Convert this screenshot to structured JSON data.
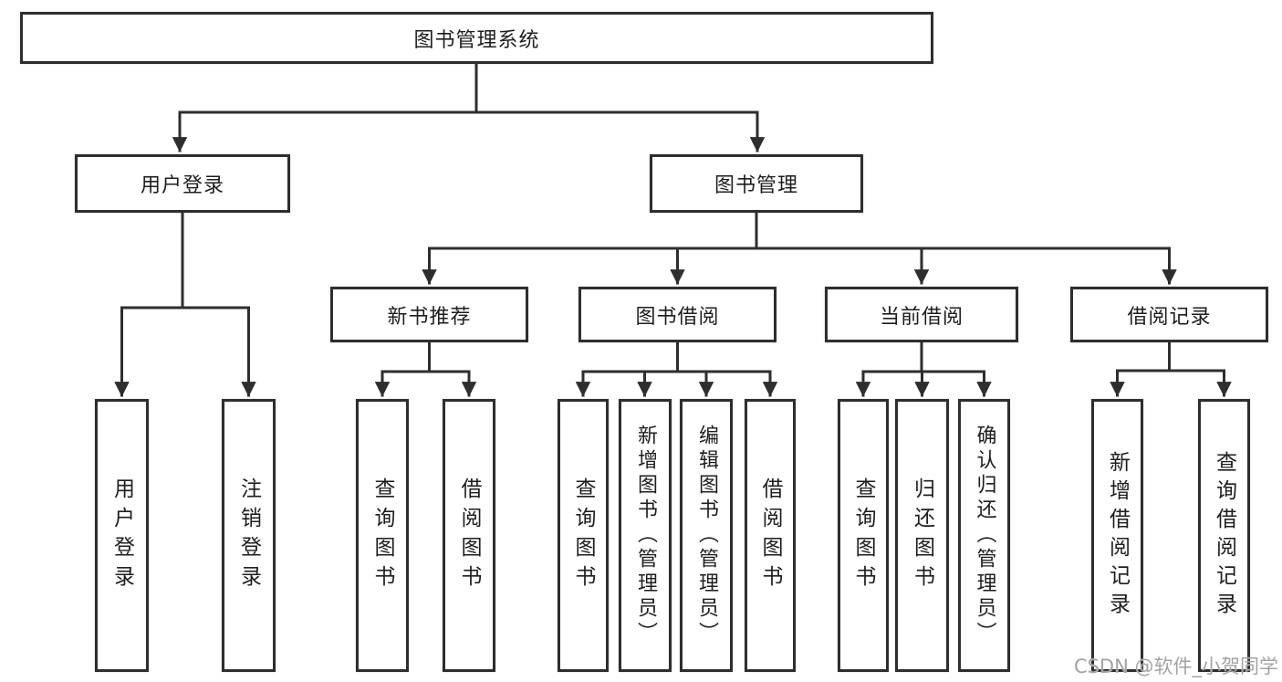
{
  "title": "图书管理系统",
  "tree": {
    "root": {
      "label": "图书管理系统"
    },
    "branches": [
      {
        "label": "用户登录",
        "leaves": [
          {
            "label": "用户登录"
          },
          {
            "label": "注销登录"
          }
        ]
      },
      {
        "label": "图书管理",
        "children": [
          {
            "label": "新书推荐",
            "leaves": [
              {
                "label": "查询图书"
              },
              {
                "label": "借阅图书"
              }
            ]
          },
          {
            "label": "图书借阅",
            "leaves": [
              {
                "label": "查询图书"
              },
              {
                "label": "新增图书（管理员）"
              },
              {
                "label": "编辑图书（管理员）"
              },
              {
                "label": "借阅图书"
              }
            ]
          },
          {
            "label": "当前借阅",
            "leaves": [
              {
                "label": "查询图书"
              },
              {
                "label": "归还图书"
              },
              {
                "label": "确认归还（管理员）"
              }
            ]
          },
          {
            "label": "借阅记录",
            "leaves": [
              {
                "label": "新增借阅记录"
              },
              {
                "label": "查询借阅记录"
              }
            ]
          }
        ]
      }
    ]
  },
  "watermark": "CSDN @软件_小贺同学",
  "colors": {
    "line": "#2e2e2e",
    "box_border": "#2e2e2e",
    "box_fill": "#ffffff",
    "text": "#1e1e1e",
    "background": "#ffffff",
    "watermark": "#a3a3a3"
  }
}
